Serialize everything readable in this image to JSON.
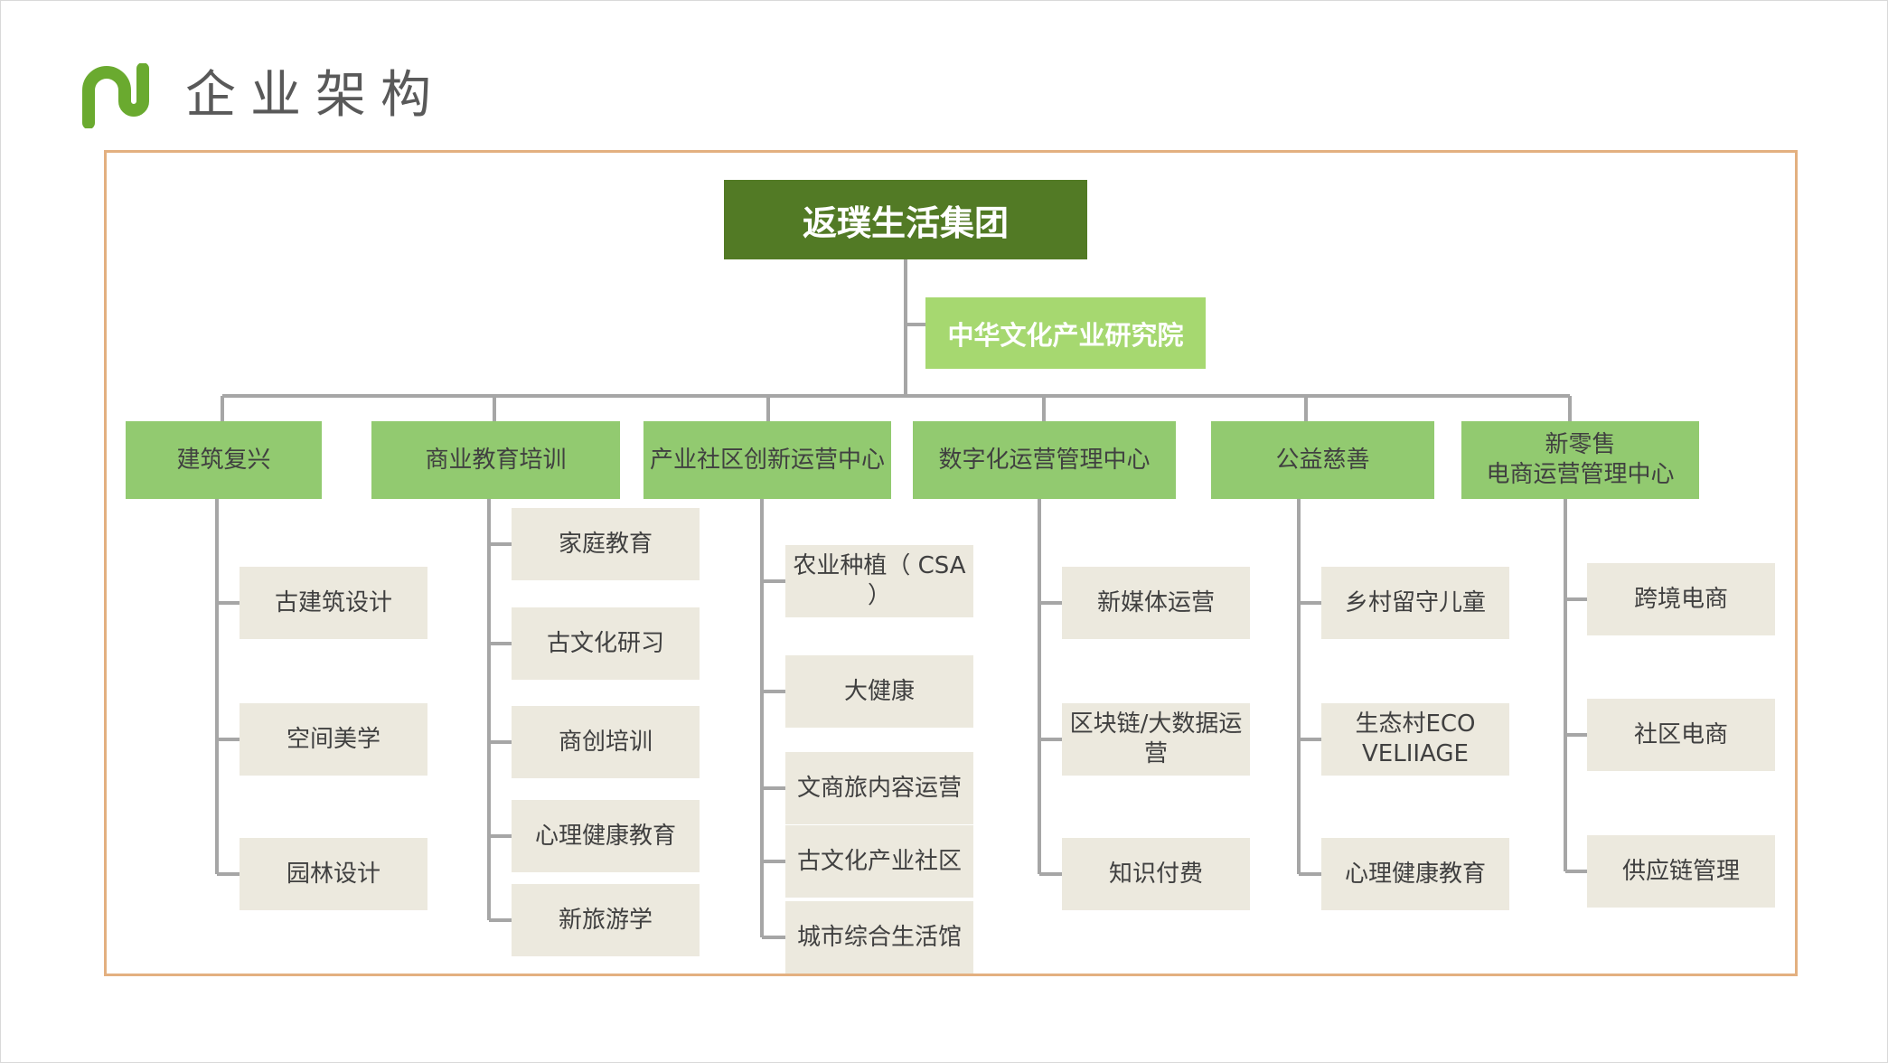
{
  "page": {
    "title": "企业架构"
  },
  "logo": {
    "icon": "nu-logo-icon",
    "color": "#6aaa2f"
  },
  "colors": {
    "top": "#527a25",
    "institute": "#a6d870",
    "department": "#92ca70",
    "leaf": "#ece9de",
    "connector": "#a6a6a6",
    "frame": "#e3b080"
  },
  "org": {
    "root": "返璞生活集团",
    "institute": "中华文化产业研究院",
    "departments": [
      {
        "name": "建筑复兴",
        "children": [
          "古建筑设计",
          "空间美学",
          "园林设计"
        ]
      },
      {
        "name": "商业教育培训",
        "children": [
          "家庭教育",
          "古文化研习",
          "商创培训",
          "心理健康教育",
          "新旅游学"
        ]
      },
      {
        "name": "产业社区创新运营中心",
        "children": [
          "农业种植（ CSA ）",
          "大健康",
          "文商旅内容运营",
          "古文化产业社区",
          "城市综合生活馆"
        ]
      },
      {
        "name": "数字化运营管理中心",
        "children": [
          "新媒体运营",
          "区块链/大数据运营",
          "知识付费"
        ]
      },
      {
        "name": "公益慈善",
        "children": [
          "乡村留守儿童",
          "生态村ECO VELIIAGE",
          "心理健康教育"
        ]
      },
      {
        "name": "新零售\n电商运营管理中心",
        "children": [
          "跨境电商",
          "社区电商",
          "供应链管理"
        ]
      }
    ]
  }
}
